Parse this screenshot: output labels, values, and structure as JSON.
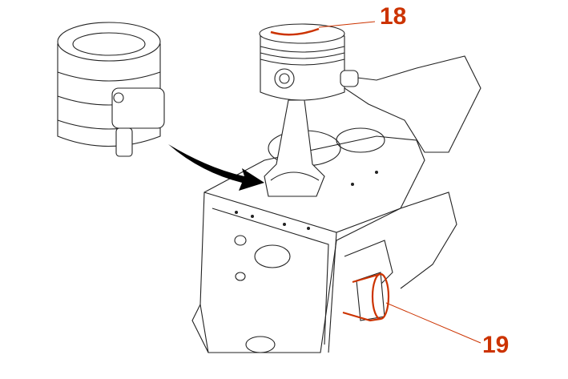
{
  "callouts": [
    {
      "id": "18",
      "label": "18"
    },
    {
      "id": "19",
      "label": "19"
    }
  ],
  "colors": {
    "callout": "#cc3300",
    "line": "#222222",
    "arrow": "#000000"
  }
}
